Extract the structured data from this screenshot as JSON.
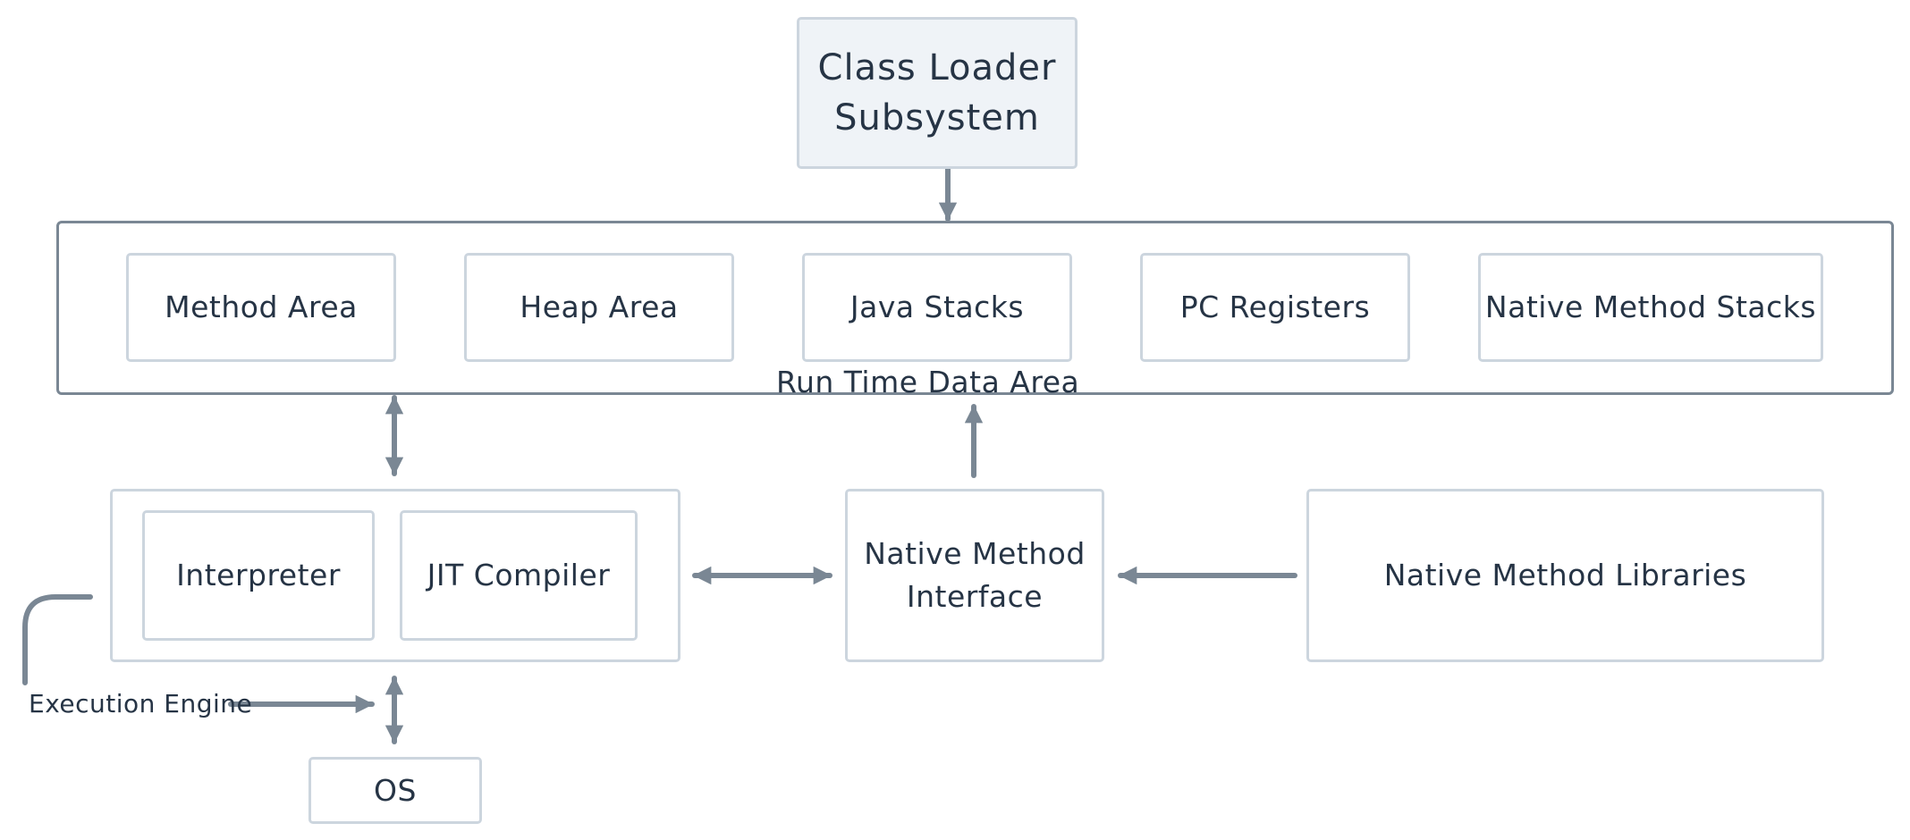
{
  "diagram": {
    "class_loader": {
      "line1": "Class Loader",
      "line2": "Subsystem"
    },
    "runtime_data_area": {
      "label": "Run Time Data Area",
      "components": [
        {
          "label": "Method Area"
        },
        {
          "label": "Heap Area"
        },
        {
          "label": "Java Stacks"
        },
        {
          "label": "PC Registers"
        },
        {
          "label": "Native Method Stacks"
        }
      ]
    },
    "execution_engine": {
      "label": "Execution Engine",
      "components": [
        {
          "label": "Interpreter"
        },
        {
          "label": "JIT Compiler"
        }
      ]
    },
    "native_method_interface": {
      "line1": "Native Method",
      "line2": "Interface"
    },
    "native_method_libraries": {
      "label": "Native Method Libraries"
    },
    "os": {
      "label": "OS"
    },
    "colors": {
      "arrow": "#7a8794",
      "box_border": "#ccd5de",
      "container_border": "#7a8794",
      "loader_fill": "#eff3f7",
      "text": "#263445"
    }
  }
}
